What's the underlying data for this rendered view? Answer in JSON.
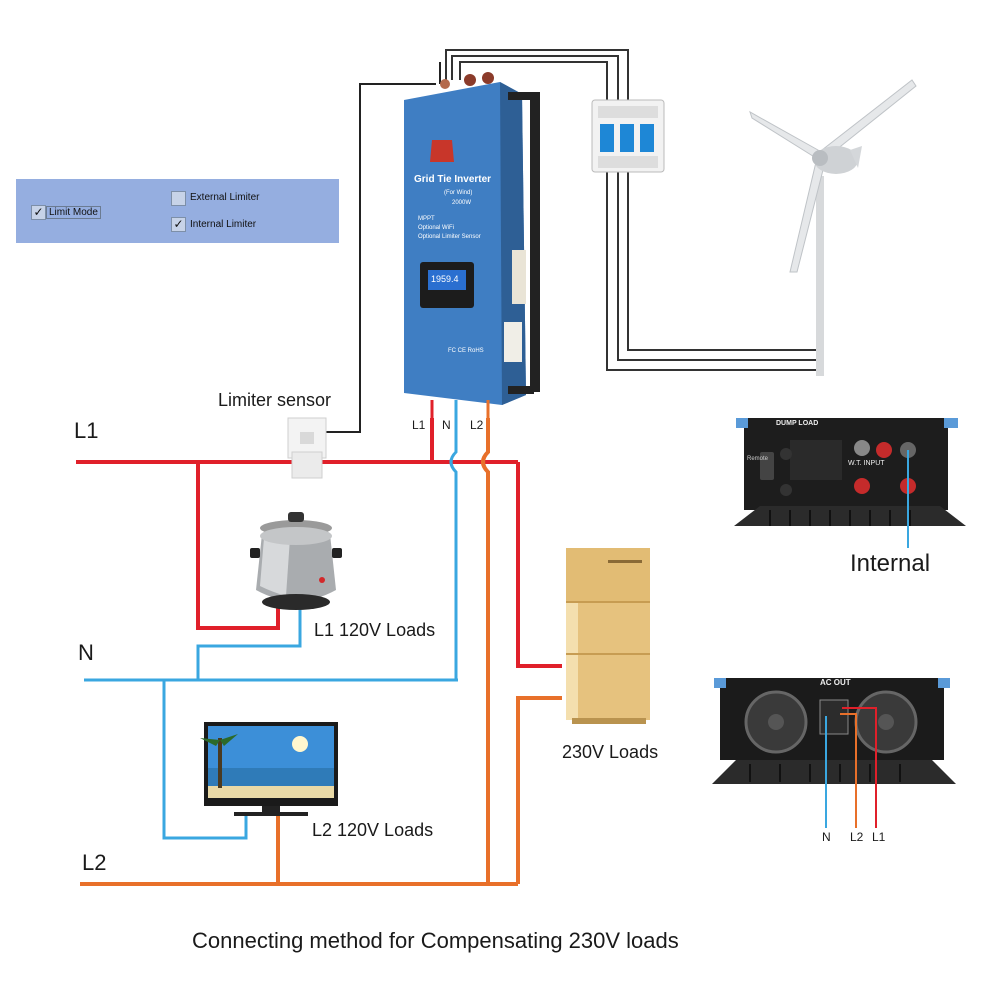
{
  "ui_panel": {
    "options": [
      {
        "label": "Limit Mode",
        "checked": true
      },
      {
        "label": "External Limiter",
        "checked": false
      },
      {
        "label": "Internal Limiter",
        "checked": true
      }
    ]
  },
  "inverter": {
    "title": "Grid Tie Inverter",
    "subtitle": "(For Wind)",
    "power": "2000W",
    "features": [
      "MPPT",
      "Optional WiFi",
      "Optional Limiter Sensor"
    ],
    "display_value": "1959.4",
    "cert": "FC CE RoHS"
  },
  "terminals": {
    "l1": "L1",
    "n": "N",
    "l2": "L2"
  },
  "labels": {
    "limiter_sensor": "Limiter sensor",
    "bus_l1": "L1",
    "bus_n": "N",
    "bus_l2": "L2",
    "load_l1": "L1 120V Loads",
    "load_l2": "L2 120V Loads",
    "load_230": "230V Loads",
    "internal": "Internal",
    "caption": "Connecting method for Compensating 230V loads"
  },
  "panel_top": {
    "dump_load": "DUMP LOAD",
    "wt_input": "W.T. INPUT",
    "remote": "Remote"
  },
  "panel_bottom": {
    "ac_out": "AC OUT",
    "n": "N",
    "l2": "L2",
    "l1": "L1"
  },
  "colors": {
    "l1": "#e0202a",
    "n": "#3aa7e0",
    "l2": "#e8702a",
    "sensor_wire": "#222222"
  }
}
